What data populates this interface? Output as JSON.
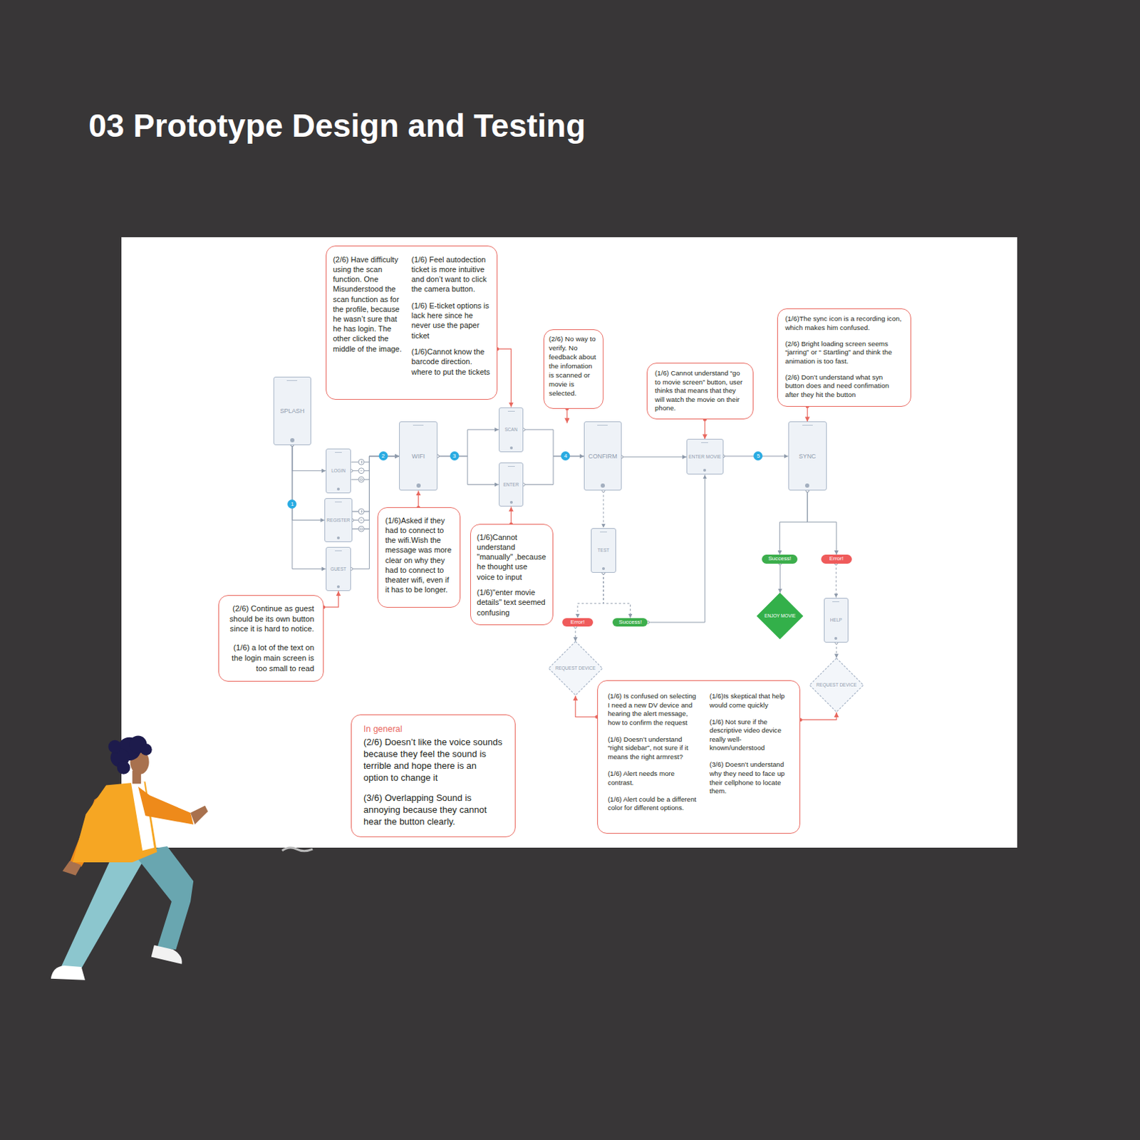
{
  "diagram": {
    "title": "03 Prototype Design and Testing",
    "nodes": [
      {
        "text": [
          "(2/6) Have difficulty using the scan function. One Misunderstood the scan function as for the profile, because he wasn’t sure that he has login. The other clicked the middle of the image.",
          "(1/6) Feel autodection ticket is more intuitive and don’t want to click the camera button.",
          "(1/6) E-ticket options is lack here since he never use the paper ticket",
          "(1/6)Cannot know the barcode direction. where to put the tickets"
        ]
      },
      {
        "text": [
          "(2/6) No way to verify. No feedback about the infomation is scanned or movie is selected."
        ]
      },
      {
        "text": [
          "(1/6) Cannot understand “go to movie screen” button, user thinks that means that they will watch the movie on their phone."
        ]
      },
      {
        "text": [
          "(1/6)The sync icon is a recording icon, which makes him confused.",
          "(2/6) Bright loading screen seems “jarring” or “ Startling” and think the animation is too fast.",
          "(2/6) Don’t understand what syn button does and need confimation after they hit the button"
        ]
      },
      {
        "text": [
          "SPLASH"
        ]
      },
      {
        "text": [
          "LOGIN"
        ]
      },
      {
        "text": [
          "REGISTER"
        ]
      },
      {
        "text": [
          "GUEST"
        ]
      },
      {
        "text": [
          "WIFI"
        ]
      },
      {
        "text": [
          "SCAN"
        ]
      },
      {
        "text": [
          "ENTER"
        ]
      },
      {
        "text": [
          "CONFIRM"
        ]
      },
      {
        "text": [
          "ENTER MOVIE"
        ]
      },
      {
        "text": [
          "SYNC"
        ]
      },
      {
        "text": [
          "(1/6)Asked if they had to connect to the wifi.Wish the message was more clear on why they had to connect to theater wifi, even if it has to be longer."
        ]
      },
      {
        "text": [
          "(1/6)Cannot understand \"manually\" ,because he thought use voice to input",
          "(1/6)\"enter movie details\" text seemed confusing"
        ]
      },
      {
        "text": [
          "TEST"
        ]
      },
      {
        "text": [
          "Success!"
        ]
      },
      {
        "text": [
          "Error!"
        ]
      },
      {
        "text": [
          "HELP"
        ]
      },
      {
        "text": [
          "ENJOY MOVIE"
        ]
      },
      {
        "text": [
          "Error!"
        ]
      },
      {
        "text": [
          "Success!"
        ]
      },
      {
        "text": [
          "(2/6) Continue as guest should be its own button since it is hard to notice.",
          "(1/6) a lot of the text on the login main screen is too small to read"
        ]
      },
      {
        "text": [
          "REQUEST DEVICE"
        ]
      },
      {
        "text": [
          "REQUEST DEVICE"
        ]
      },
      {
        "text": [
          "In general",
          "(2/6) Doesn’t like the voice sounds because they feel the sound is terrible and hope there is an option to change it",
          "(3/6) Overlapping Sound is annoying because they cannot hear the button clearly."
        ]
      },
      {
        "text": [
          "(1/6) Is confused on selecting I need a new DV device and hearing the alert message, how to confirm the request",
          "(1/6) Doesn’t understand “right sidebar”, not sure if it means the right armrest?",
          "(1/6) Alert needs more contrast.",
          "(1/6) Alert could be a different color for different options.",
          "(1/6)Is skeptical that help would come quickly",
          "(1/6) Not sure if the descriptive video device really well-known/understood",
          "(3/6) Doesn’t understand why they need to face up their cellphone to locate them."
        ]
      }
    ],
    "edges": [
      {
        "from": 4,
        "to": 5,
        "arrow": "to"
      },
      {
        "from": 4,
        "to": 6,
        "label": "1",
        "arrow": "to"
      },
      {
        "from": 4,
        "to": 7,
        "arrow": "to"
      },
      {
        "from": 5,
        "to": 8,
        "arrow": "to"
      },
      {
        "from": 6,
        "to": 8,
        "label": "2",
        "arrow": "to"
      },
      {
        "from": 7,
        "to": 8,
        "arrow": "to"
      },
      {
        "from": 8,
        "to": 9,
        "label": "3",
        "arrow": "to"
      },
      {
        "from": 8,
        "to": 10,
        "arrow": "to"
      },
      {
        "from": 9,
        "to": 11,
        "label": "4",
        "arrow": "to"
      },
      {
        "from": 10,
        "to": 11,
        "arrow": "to"
      },
      {
        "from": 11,
        "to": 12,
        "arrow": "to"
      },
      {
        "from": 11,
        "to": 16,
        "arrow": "to"
      },
      {
        "from": 16,
        "to": 21,
        "arrow": "to"
      },
      {
        "from": 16,
        "to": 22,
        "arrow": "to"
      },
      {
        "from": 21,
        "to": 24,
        "arrow": "to"
      },
      {
        "from": 22,
        "to": 12,
        "arrow": "to"
      },
      {
        "from": 12,
        "to": 13,
        "label": "5",
        "arrow": "to"
      },
      {
        "from": 13,
        "to": 17,
        "arrow": "to"
      },
      {
        "from": 13,
        "to": 18,
        "arrow": "to"
      },
      {
        "from": 17,
        "to": 20,
        "arrow": "to"
      },
      {
        "from": 18,
        "to": 19,
        "arrow": "to"
      },
      {
        "from": 19,
        "to": 25,
        "arrow": "to"
      },
      {
        "from": 0,
        "to": 9,
        "arrow": "to"
      },
      {
        "from": 2,
        "to": 12,
        "arrow": "to"
      },
      {
        "from": 3,
        "to": 13,
        "arrow": "to"
      },
      {
        "from": 23,
        "to": 7,
        "arrow": "to"
      },
      {
        "from": 14,
        "to": 8,
        "arrow": "to"
      },
      {
        "from": 15,
        "to": 10,
        "arrow": "to"
      },
      {
        "from": 27,
        "to": 24,
        "arrow": "to"
      },
      {
        "from": 27,
        "to": 25,
        "arrow": "to"
      }
    ]
  }
}
